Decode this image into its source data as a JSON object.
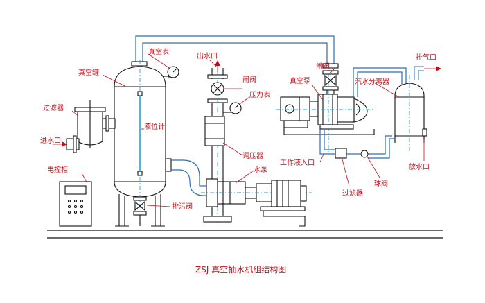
{
  "labels": {
    "vacuum_gauge": "真空表",
    "outlet": "出水口",
    "exhaust": "排气口",
    "vacuum_tank": "真空罐",
    "gate_valve_left": "闸阀",
    "gate_valve_right": "闸阀",
    "vacuum_pump": "真空泵",
    "separator": "汽水分离器",
    "pressure_gauge": "压力表",
    "filter_left": "过滤器",
    "level_gauge": "液位计",
    "inlet": "进水口",
    "regulator": "调压器",
    "working_fluid_inlet": "工作液入口",
    "drain_outlet": "放水口",
    "water_pump": "水泵",
    "control_cabinet": "电控柜",
    "ball_valve": "球阀",
    "filter_right": "过滤器",
    "sewage_valve": "排污阀"
  },
  "title": "ZSJ 真空抽水机组结构图"
}
